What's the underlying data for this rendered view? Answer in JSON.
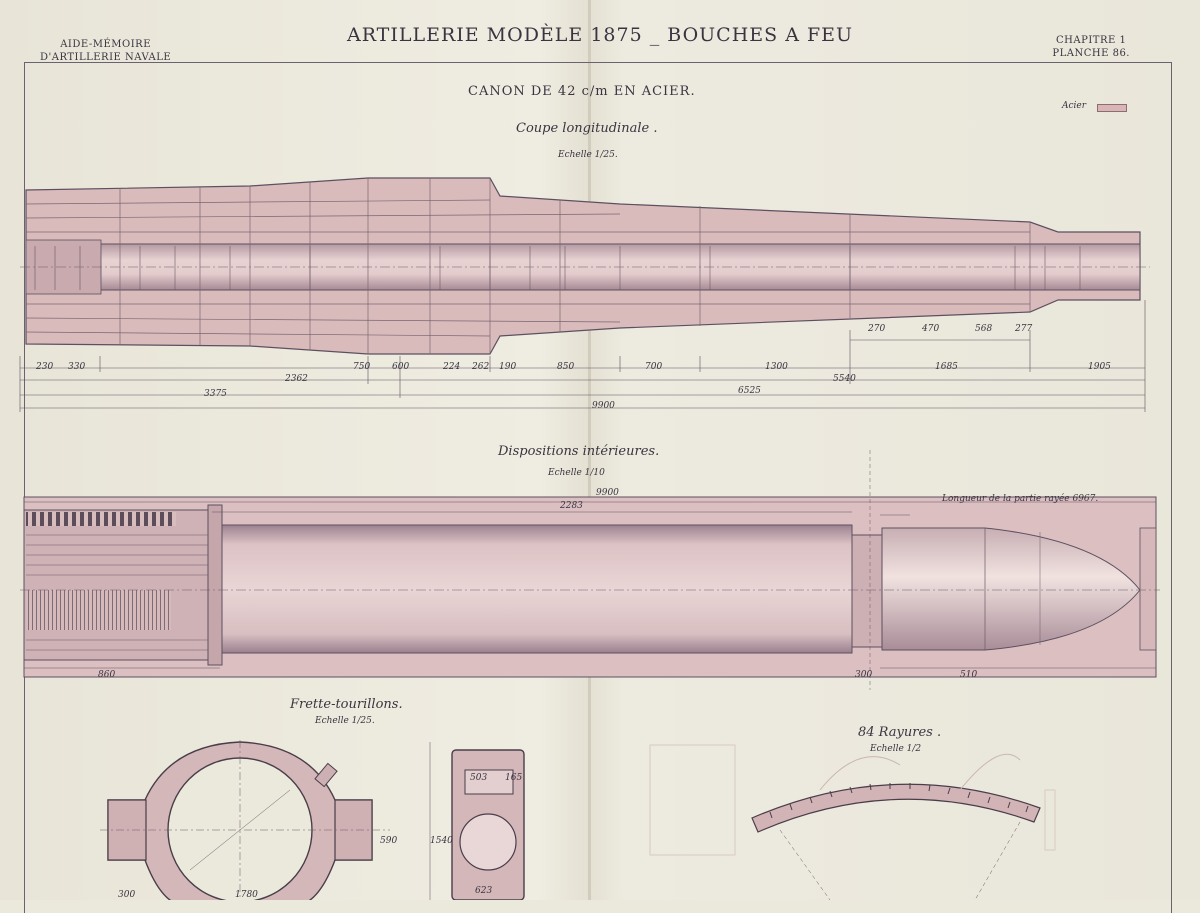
{
  "header": {
    "left_line1": "AIDE-MÉMOIRE",
    "left_line2": "D'ARTILLERIE NAVALE",
    "title": "ARTILLERIE MODÈLE 1875 _ BOUCHES A FEU",
    "right_line1": "CHAPITRE 1",
    "right_line2": "PLANCHE 86."
  },
  "legend": {
    "label": "Acier",
    "color": "#d9b5b5"
  },
  "section1": {
    "title": "CANON DE 42 c/m EN ACIER.",
    "subtitle": "Coupe longitudinale .",
    "scale": "Echelle 1/25."
  },
  "section1_dims": {
    "row1": [
      "230",
      "330",
      "2362",
      "750",
      "600",
      "224",
      "262",
      "190",
      "850",
      "700",
      "1300",
      "1685",
      "1905"
    ],
    "row2": [
      "3375",
      "6525",
      "5540"
    ],
    "total": "9900",
    "lower_right": [
      "270",
      "470",
      "568",
      "277"
    ]
  },
  "section2": {
    "title": "Dispositions intérieures.",
    "scale": "Echelle 1/10",
    "top_dims": [
      "2283",
      "9900"
    ],
    "rifling_note": "Longueur de la partie rayée 6967.",
    "bottom_dims": [
      "860",
      "300",
      "510"
    ]
  },
  "section3": {
    "title": "Frette-tourillons.",
    "scale": "Echelle 1/25.",
    "dims": [
      "1780",
      "300",
      "590",
      "1540",
      "503",
      "165",
      "623"
    ]
  },
  "section4": {
    "title": "84 Rayures .",
    "scale": "Echelle 1/2"
  }
}
